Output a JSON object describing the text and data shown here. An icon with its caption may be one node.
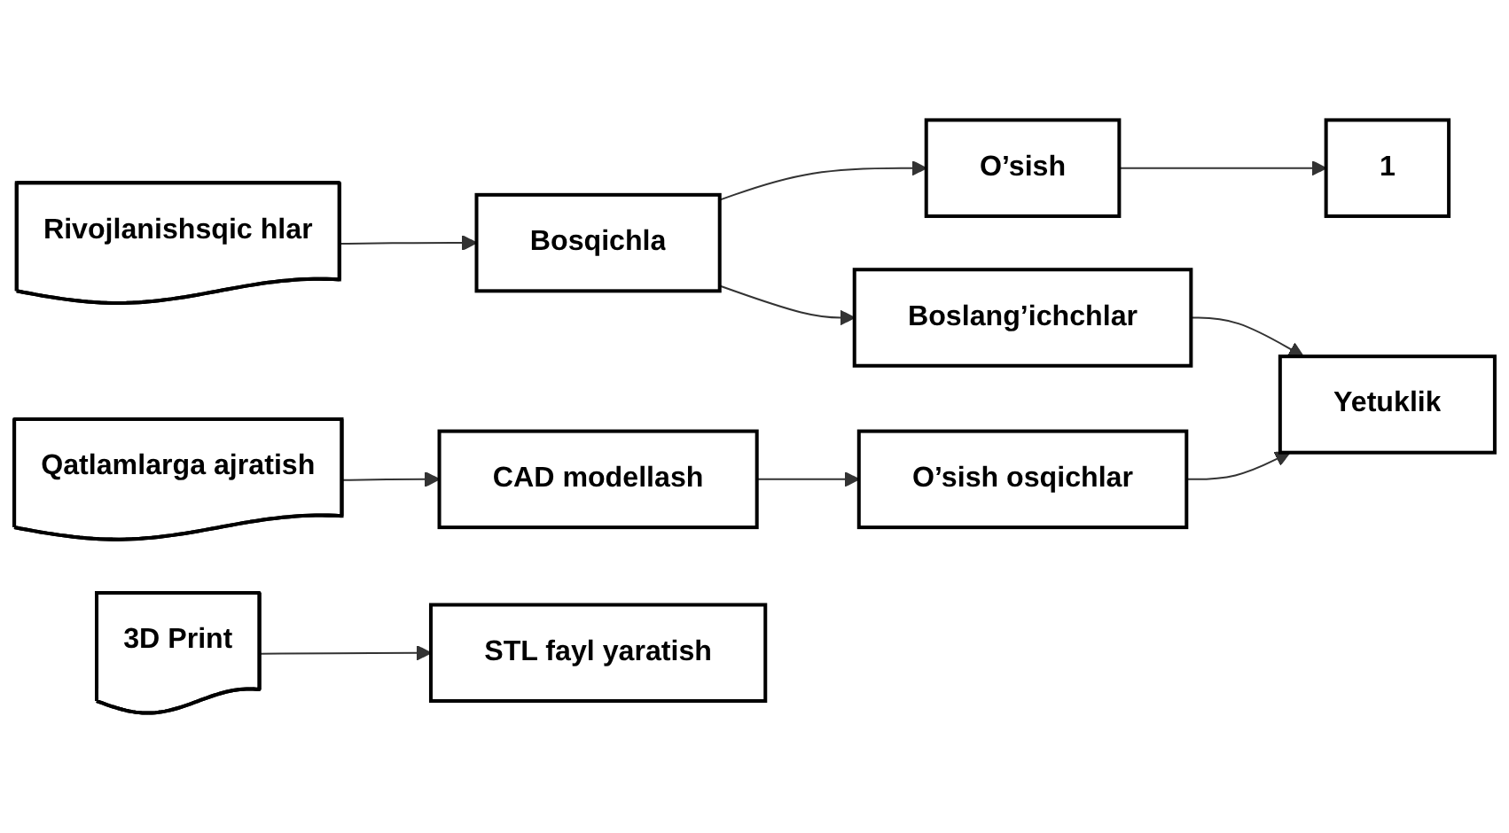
{
  "diagram": {
    "nodes": [
      {
        "text": [
          "Rivojlanishsqic hlar"
        ]
      },
      {
        "text": [
          "Bosqichla"
        ]
      },
      {
        "text": [
          "O’sish"
        ]
      },
      {
        "text": [
          "Boslang’ichchlar"
        ]
      },
      {
        "text": [
          "O’sish osqichlar"
        ]
      },
      {
        "text": [
          "1"
        ]
      },
      {
        "text": [
          "Yetuklik"
        ]
      },
      {
        "text": [
          "Qatlamlarga ajratish"
        ]
      },
      {
        "text": [
          "CAD modellash"
        ]
      },
      {
        "text": [
          "3D Print"
        ]
      },
      {
        "text": [
          "STL fayl yaratish"
        ]
      }
    ],
    "edges": [
      {
        "from": 0,
        "to": 1,
        "arrow": "to"
      },
      {
        "from": 1,
        "to": 2,
        "arrow": "to"
      },
      {
        "from": 1,
        "to": 3,
        "arrow": "to"
      },
      {
        "from": 8,
        "to": 4,
        "arrow": "to"
      },
      {
        "from": 2,
        "to": 5,
        "arrow": "to"
      },
      {
        "from": 3,
        "to": 6,
        "arrow": "to"
      },
      {
        "from": 4,
        "to": 6,
        "arrow": "to"
      },
      {
        "from": 7,
        "to": 8,
        "arrow": "to"
      },
      {
        "from": 9,
        "to": 10,
        "arrow": "to"
      }
    ]
  }
}
